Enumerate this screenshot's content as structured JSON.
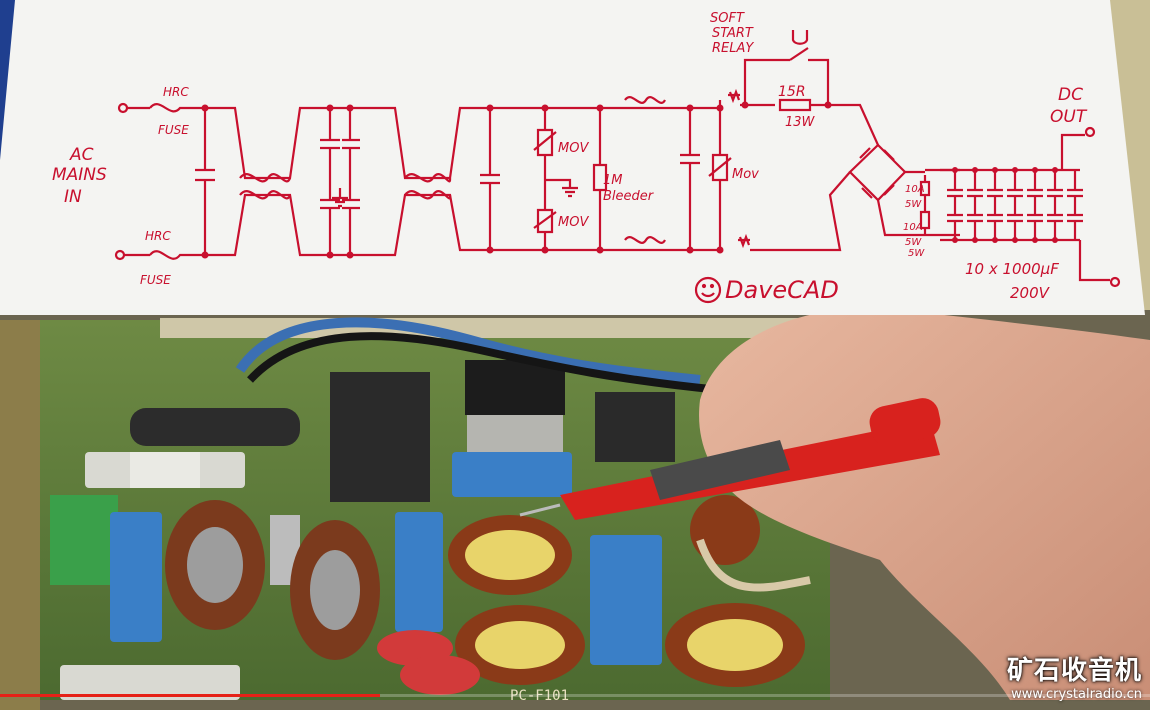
{
  "schematic": {
    "soft_start_relay": [
      "SOFT",
      "START",
      "RELAY"
    ],
    "ac_mains_in": [
      "AC",
      "MAINS",
      "IN"
    ],
    "hrc_top": "HRC",
    "fuse_top": "FUSE",
    "hrc_bottom": "HRC",
    "fuse_bottom": "FUSE",
    "mov_top": "MOV",
    "mov_bottom": "MOV",
    "mov_right": "Mov",
    "bleeder_value": "1M",
    "bleeder_label": "Bleeder",
    "resistor_value": "15R",
    "resistor_power": "13W",
    "dc_out": [
      "DC",
      "OUT"
    ],
    "fuse_10a_1": "10A",
    "fuse_5w_1": "5W",
    "fuse_10a_2": "10A",
    "fuse_5w_2": "5W",
    "fuse_5w_3": "5W",
    "capacitors": "10 x 1000μF",
    "cap_voltage": "200V",
    "daveCAD": "DaveCAD"
  },
  "pcb": {
    "board_id": "PC-F101"
  },
  "watermark": {
    "chinese": "矿石收音机",
    "url": "www.crystalradio.cn"
  },
  "video": {
    "progress": 0.33
  },
  "colors": {
    "ink": "#c8102e",
    "paper": "#f4f4f2",
    "pcb": "#5a7a3a",
    "progress": "#e62117"
  }
}
